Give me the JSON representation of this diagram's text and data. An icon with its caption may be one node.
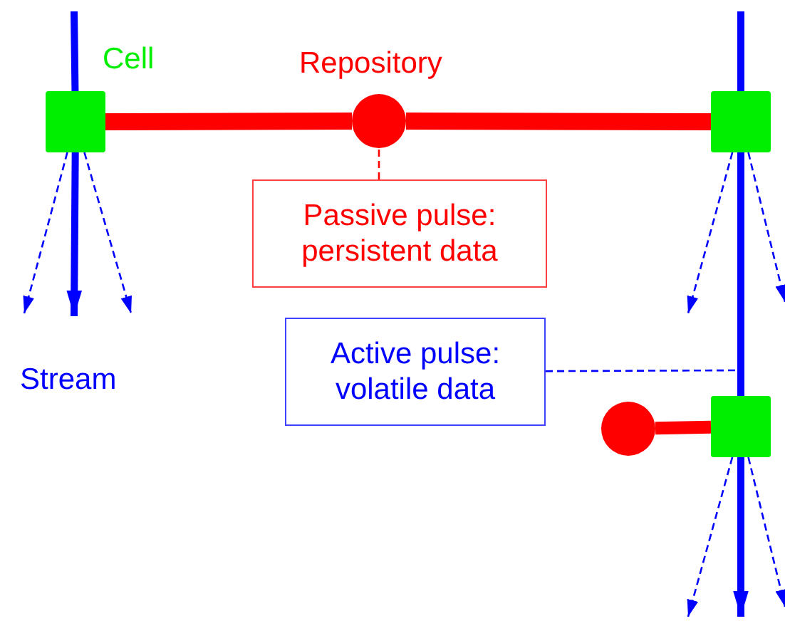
{
  "diagram": {
    "nodes": [
      {
        "text": [],
        "shape": "box",
        "beside": [
          "Cell"
        ]
      },
      {
        "text": [],
        "shape": "box"
      },
      {
        "text": [],
        "shape": "circle",
        "beside": [
          "Repository"
        ]
      },
      {
        "text": [
          "Passive pulse: persistent data"
        ]
      },
      {
        "text": [
          "Active pulse: volatile data"
        ]
      },
      {
        "text": [],
        "shape": "circle"
      },
      {
        "text": [],
        "shape": "box"
      }
    ],
    "edges": [
      {
        "from": 0,
        "to": 2,
        "arrow": "none",
        "style": "thick",
        "color": "#ff0000"
      },
      {
        "from": 2,
        "to": 1,
        "arrow": "none",
        "style": "thick",
        "color": "#ff0000"
      },
      {
        "from": 3,
        "to": 2,
        "arrow": "none",
        "style": "dashed",
        "color": "#ff0000"
      },
      {
        "from": 4,
        "to": null,
        "arrow": "none",
        "style": "dashed",
        "color": "#0000ff"
      },
      {
        "from": 5,
        "to": 6,
        "arrow": "none",
        "style": "thick",
        "color": "#ff0000"
      },
      {
        "from": null,
        "to": 0,
        "arrow": "none",
        "style": "thick",
        "color": "#0000ff"
      },
      {
        "from": 0,
        "to": null,
        "arrow": "to",
        "style": "thick",
        "color": "#0000ff"
      },
      {
        "from": 0,
        "to": null,
        "arrow": "to",
        "style": "dashed",
        "color": "#0000ff"
      },
      {
        "from": 0,
        "to": null,
        "arrow": "to",
        "style": "dashed",
        "color": "#0000ff"
      },
      {
        "from": null,
        "to": 1,
        "arrow": "none",
        "style": "thick",
        "color": "#0000ff"
      },
      {
        "from": 1,
        "to": 6,
        "arrow": "none",
        "style": "thick",
        "color": "#0000ff"
      },
      {
        "from": 6,
        "to": null,
        "arrow": "to",
        "style": "thick",
        "color": "#0000ff"
      },
      {
        "from": 1,
        "to": null,
        "arrow": "to",
        "style": "dashed",
        "color": "#0000ff"
      },
      {
        "from": 1,
        "to": null,
        "arrow": "to",
        "style": "dashed",
        "color": "#0000ff"
      },
      {
        "from": 6,
        "to": null,
        "arrow": "to",
        "style": "dashed",
        "color": "#0000ff"
      },
      {
        "from": 6,
        "to": null,
        "arrow": "to",
        "style": "dashed",
        "color": "#0000ff"
      }
    ],
    "labels": [
      "Stream"
    ]
  }
}
